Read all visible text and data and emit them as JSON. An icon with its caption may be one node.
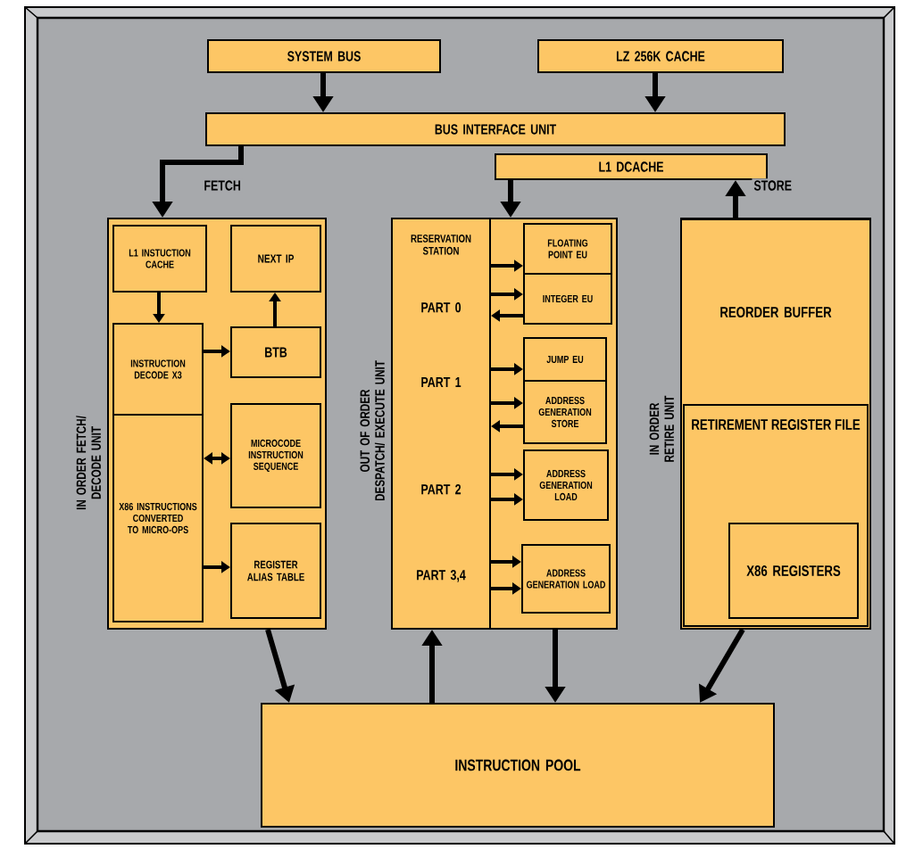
{
  "diagram": {
    "nodes": [
      {
        "text": [
          "SYSTEM BUS"
        ]
      },
      {
        "text": [
          "LZ 256K CACHE"
        ]
      },
      {
        "text": [
          "BUS INTERFACE UNIT"
        ]
      },
      {
        "text": [
          "L1 DCACHE"
        ]
      },
      {
        "text": [
          "IN ORDER FETCH/ DECODE UNIT"
        ]
      },
      {
        "text": [
          "L1 INSTUCTION CACHE"
        ],
        "in": 4
      },
      {
        "text": [
          "NEXT IP"
        ],
        "in": 4
      },
      {
        "text": [
          "INSTRUCTION DECODE X3"
        ],
        "in": 4
      },
      {
        "text": [
          "BTB"
        ],
        "in": 4
      },
      {
        "text": [
          "X86 INSTRUCTIONS CONVERTED TO MICRO-OPS"
        ],
        "in": 4
      },
      {
        "text": [
          "MICROCODE INSTRUCTION SEQUENCE"
        ],
        "in": 4
      },
      {
        "text": [
          "REGISTER ALIAS TABLE"
        ],
        "in": 4
      },
      {
        "text": [
          "OUT OF ORDER DESPATCH/ EXECUTE UNIT"
        ]
      },
      {
        "text": [
          "RESERVATION STATION",
          "PART 0",
          "PART 1",
          "PART 2",
          "PART 3,4"
        ],
        "in": 12
      },
      {
        "text": [
          "FLOATING POINT EU"
        ],
        "in": 12
      },
      {
        "text": [
          "INTEGER EU"
        ],
        "in": 12
      },
      {
        "text": [
          "JUMP EU"
        ],
        "in": 12
      },
      {
        "text": [
          "ADDRESS GENERATION STORE"
        ],
        "in": 12
      },
      {
        "text": [
          "ADDRESS GENERATION LOAD"
        ],
        "in": 12
      },
      {
        "text": [
          "ADDRESS GENERATION LOAD"
        ],
        "in": 12
      },
      {
        "text": [
          "IN ORDER RETIRE UNIT"
        ]
      },
      {
        "text": [
          "REORDER BUFFER"
        ],
        "in": 20
      },
      {
        "text": [
          "RETIREMENT REGISTER FILE"
        ],
        "in": 20
      },
      {
        "text": [
          "X86 REGISTERS"
        ],
        "in": 22
      },
      {
        "text": [
          "INSTRUCTION POOL"
        ]
      }
    ],
    "edges": [
      {
        "from": 0,
        "to": 2,
        "arrow": "to"
      },
      {
        "from": 1,
        "to": 2,
        "arrow": "to"
      },
      {
        "from": 2,
        "to": 4,
        "arrow": "to",
        "label": "FETCH"
      },
      {
        "from": 3,
        "to": 12,
        "arrow": "to"
      },
      {
        "from": 20,
        "to": 3,
        "arrow": "to",
        "label": "STORE"
      },
      {
        "from": 5,
        "to": 7,
        "arrow": "to"
      },
      {
        "from": 8,
        "to": 6,
        "arrow": "to"
      },
      {
        "from": 7,
        "to": 8,
        "arrow": "to"
      },
      {
        "from": 9,
        "to": 10,
        "arrow": "both"
      },
      {
        "from": 9,
        "to": 11,
        "arrow": "to"
      },
      {
        "from": 13,
        "to": 14,
        "arrow": "to"
      },
      {
        "from": 13,
        "to": 15,
        "arrow": "to"
      },
      {
        "from": 15,
        "to": 13,
        "arrow": "to"
      },
      {
        "from": 13,
        "to": 16,
        "arrow": "to"
      },
      {
        "from": 13,
        "to": 17,
        "arrow": "to"
      },
      {
        "from": 17,
        "to": 13,
        "arrow": "to"
      },
      {
        "from": 13,
        "to": 18,
        "arrow": "to"
      },
      {
        "from": 13,
        "to": 18,
        "arrow": "to"
      },
      {
        "from": 13,
        "to": 19,
        "arrow": "to"
      },
      {
        "from": 13,
        "to": 19,
        "arrow": "to"
      },
      {
        "from": 4,
        "to": 24,
        "arrow": "to"
      },
      {
        "from": 24,
        "to": 12,
        "arrow": "to"
      },
      {
        "from": 12,
        "to": 24,
        "arrow": "to"
      },
      {
        "from": 20,
        "to": 24,
        "arrow": "to"
      }
    ]
  }
}
